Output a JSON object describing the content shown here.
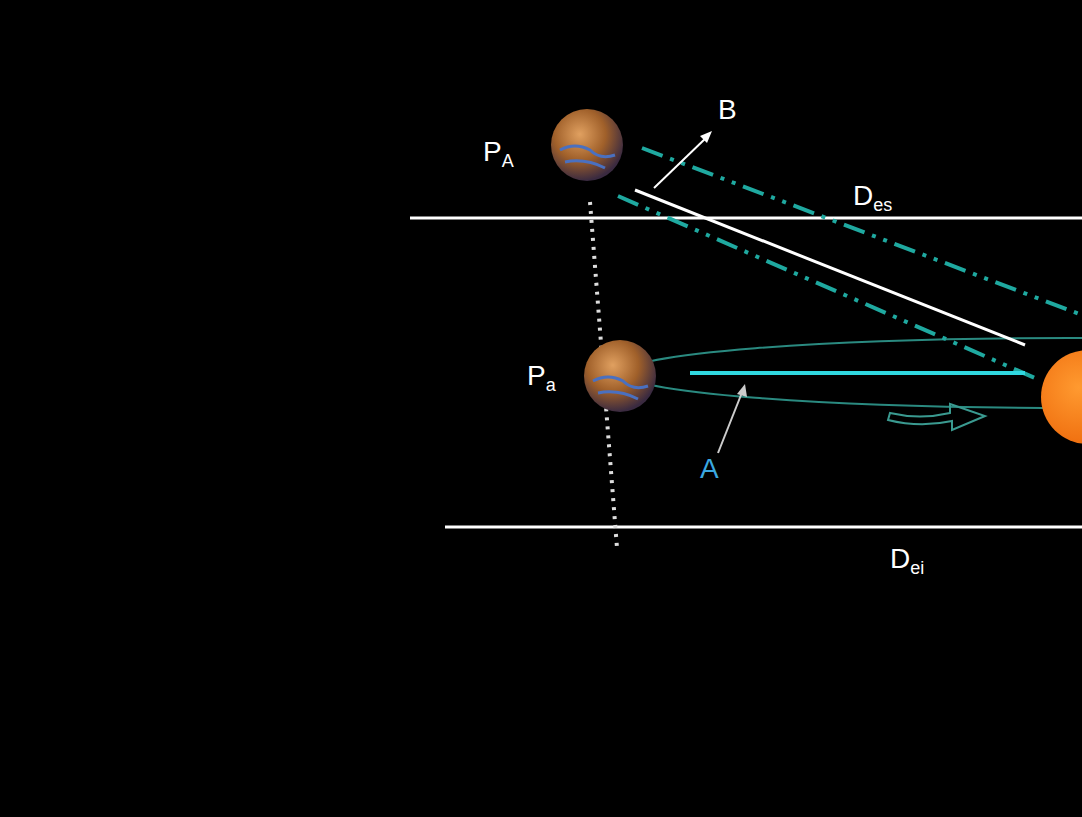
{
  "diagram": {
    "labels": [
      "PA",
      "B",
      "Des",
      "Pa",
      "A",
      "Dei"
    ]
  }
}
